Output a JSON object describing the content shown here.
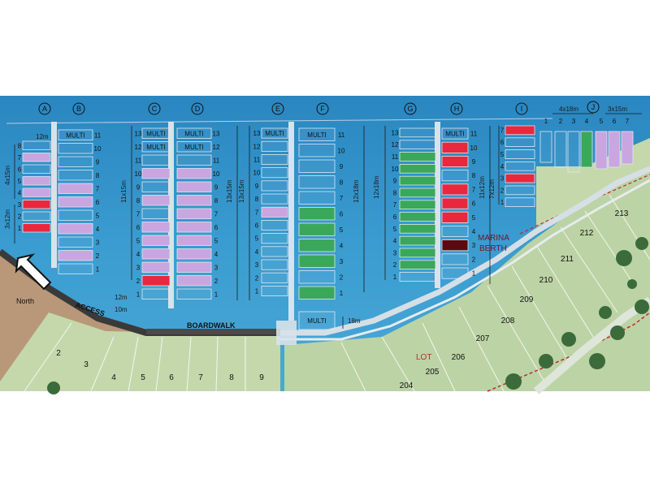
{
  "columns": [
    "A",
    "B",
    "C",
    "D",
    "E",
    "F",
    "G",
    "H",
    "I",
    "J"
  ],
  "labels": {
    "north": "North",
    "access": "ACCESS",
    "boardwalk": "BOARDWALK",
    "lot": "LOT",
    "marina_berth_1": "MARINA",
    "marina_berth_2": "BERTH",
    "multi": "MULTI"
  },
  "dims": {
    "a_top": "12m",
    "a_upper": "4x15m",
    "a_lower": "3x12m",
    "c_bottom1": "12m",
    "c_bottom2": "10m",
    "c_side": "11x15m",
    "d_side": "13x15m",
    "e_side": "13x15m",
    "f_side": "12x18m",
    "g_side": "12x18m",
    "h_side": "11x12m",
    "i_side": "7x12m",
    "f_bottom": "18m",
    "top_i": "4x18m",
    "top_j": "3x15m"
  },
  "berths": {
    "A": [
      "8",
      "7",
      "6",
      "5",
      "4",
      "3",
      "2",
      "1"
    ],
    "B": [
      "11",
      "10",
      "9",
      "8",
      "7",
      "6",
      "5",
      "4",
      "3",
      "2",
      "1"
    ],
    "C": [
      "13",
      "12",
      "11",
      "10",
      "9",
      "8",
      "7",
      "6",
      "5",
      "4",
      "3",
      "2",
      "1"
    ],
    "D": [
      "13",
      "12",
      "11",
      "10",
      "9",
      "8",
      "7",
      "6",
      "5",
      "4",
      "3",
      "2",
      "1"
    ],
    "E": [
      "13",
      "12",
      "11",
      "10",
      "9",
      "8",
      "7",
      "6",
      "5",
      "4",
      "3",
      "2",
      "1"
    ],
    "F": [
      "11",
      "10",
      "9",
      "8",
      "7",
      "6",
      "5",
      "4",
      "3",
      "2",
      "1"
    ],
    "G": [
      "13",
      "12",
      "11",
      "10",
      "9",
      "8",
      "7",
      "6",
      "5",
      "4",
      "3",
      "2",
      "1"
    ],
    "H": [
      "11",
      "10",
      "9",
      "8",
      "7",
      "6",
      "5",
      "4",
      "3",
      "2",
      "1"
    ],
    "I": [
      "7",
      "6",
      "5",
      "4",
      "3",
      "2",
      "1"
    ],
    "top_row": [
      "1",
      "2",
      "3",
      "4",
      "5",
      "6",
      "7"
    ]
  },
  "lots": [
    "2",
    "3",
    "4",
    "5",
    "6",
    "7",
    "8",
    "9",
    "204",
    "205",
    "206",
    "207",
    "208",
    "209",
    "210",
    "211",
    "212",
    "213"
  ],
  "colors": {
    "water": "#2f8fc4",
    "land": "#bcd3a5",
    "purple": "#c9a6e0",
    "red": "#e8283c",
    "green": "#3aa85a",
    "dark_red": "#5a0a10",
    "marina_label": "#7a1030",
    "lot_label": "#c0262f"
  }
}
